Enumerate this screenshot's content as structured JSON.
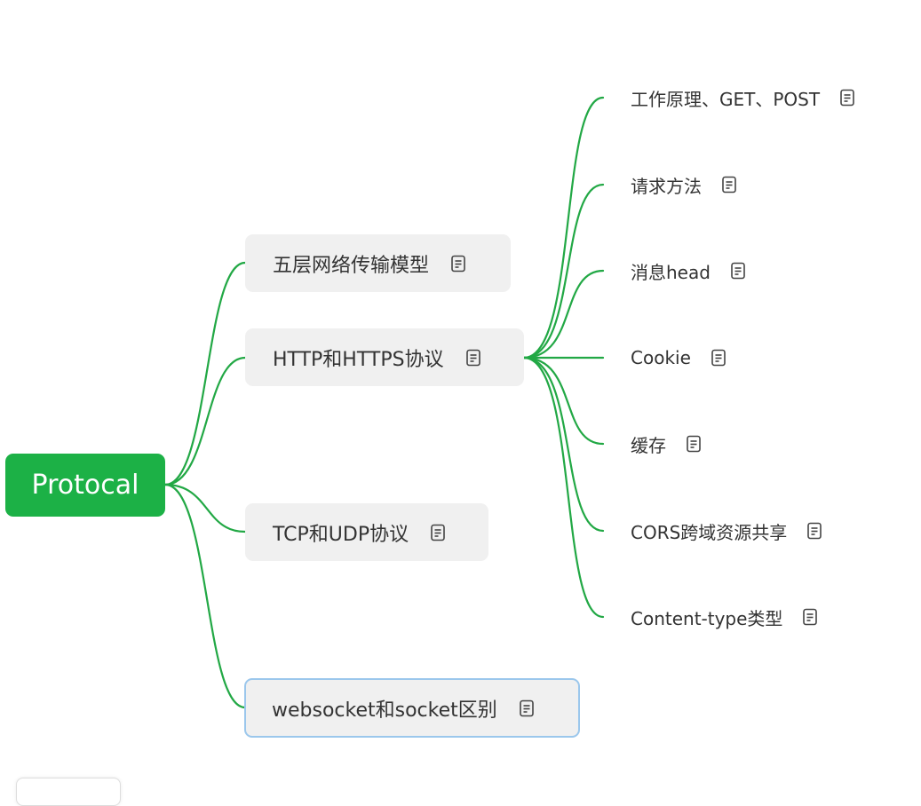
{
  "colors": {
    "accent": "#1cb146",
    "link": "#22a845",
    "branch_bg": "#f0f0f0",
    "selected_border": "#9bc7ec",
    "text": "#333333"
  },
  "root": {
    "label": "Protocal"
  },
  "branches": [
    {
      "label": "五层网络传输模型",
      "icon": "note-icon"
    },
    {
      "label": "HTTP和HTTPS协议",
      "icon": "note-icon"
    },
    {
      "label": "TCP和UDP协议",
      "icon": "note-icon"
    },
    {
      "label": "websocket和socket区别",
      "icon": "note-icon"
    }
  ],
  "leaves": [
    {
      "label": "工作原理、GET、POST",
      "icon": "note-icon"
    },
    {
      "label": "请求方法",
      "icon": "note-icon"
    },
    {
      "label": "消息head",
      "icon": "note-icon"
    },
    {
      "label": "Cookie",
      "icon": "note-icon"
    },
    {
      "label": "缓存",
      "icon": "note-icon"
    },
    {
      "label": "CORS跨域资源共享",
      "icon": "note-icon"
    },
    {
      "label": "Content-type类型",
      "icon": "note-icon"
    }
  ]
}
